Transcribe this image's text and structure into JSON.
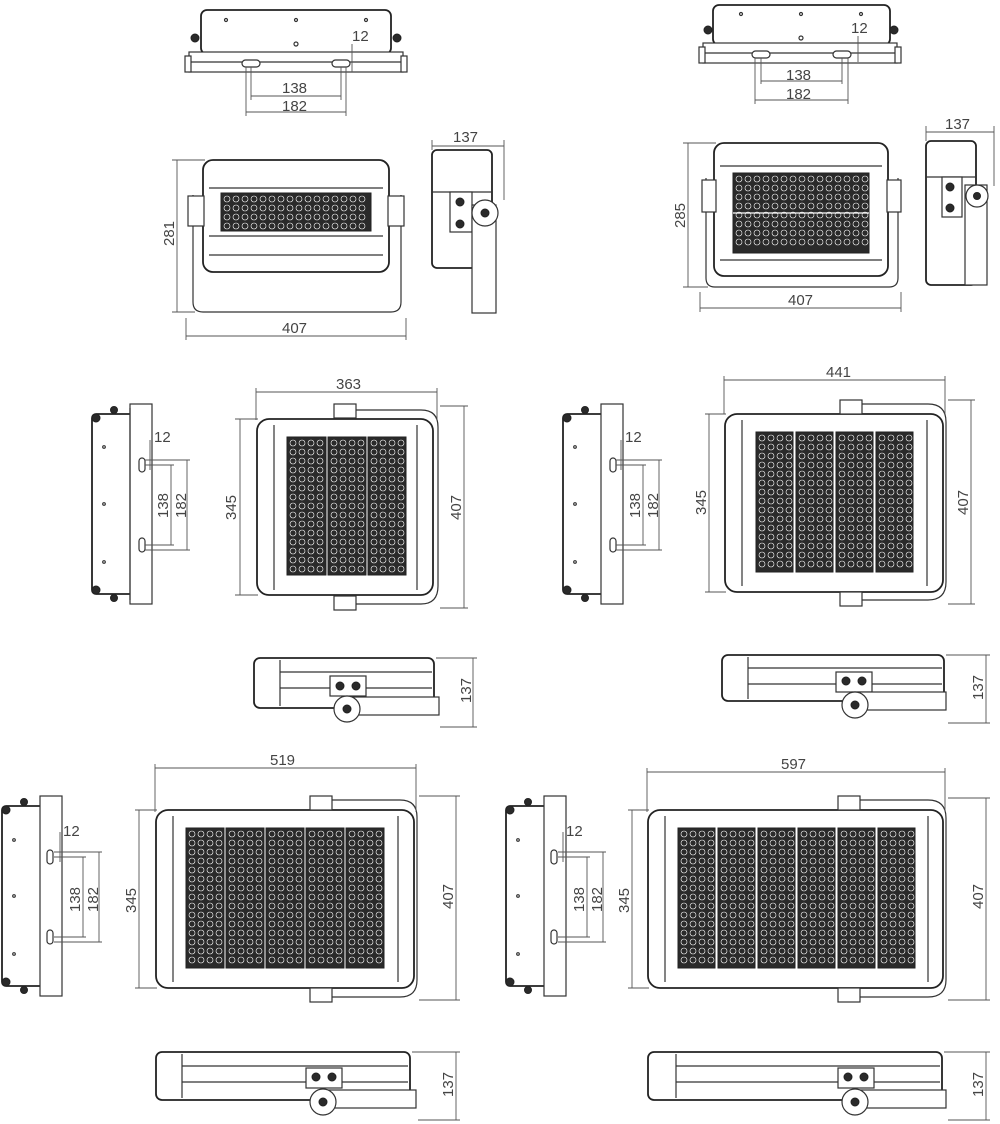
{
  "labels": {
    "dim_12": "12",
    "dim_138": "138",
    "dim_182": "182",
    "dim_137": "137",
    "dim_281": "281",
    "dim_285": "285",
    "dim_407": "407",
    "dim_345": "345",
    "dim_363": "363",
    "dim_441": "441",
    "dim_519": "519",
    "dim_597": "597"
  },
  "models": [
    {
      "width": "407",
      "height": "281",
      "depth": "137",
      "modules": 1
    },
    {
      "width": "407",
      "height": "285",
      "depth": "137",
      "modules": 2
    },
    {
      "width": "363",
      "height": "407",
      "depth": "137",
      "modules": 3
    },
    {
      "width": "441",
      "height": "407",
      "depth": "137",
      "modules": 4
    },
    {
      "width": "519",
      "height": "407",
      "depth": "137",
      "modules": 5
    },
    {
      "width": "597",
      "height": "407",
      "depth": "137",
      "modules": 6
    }
  ]
}
